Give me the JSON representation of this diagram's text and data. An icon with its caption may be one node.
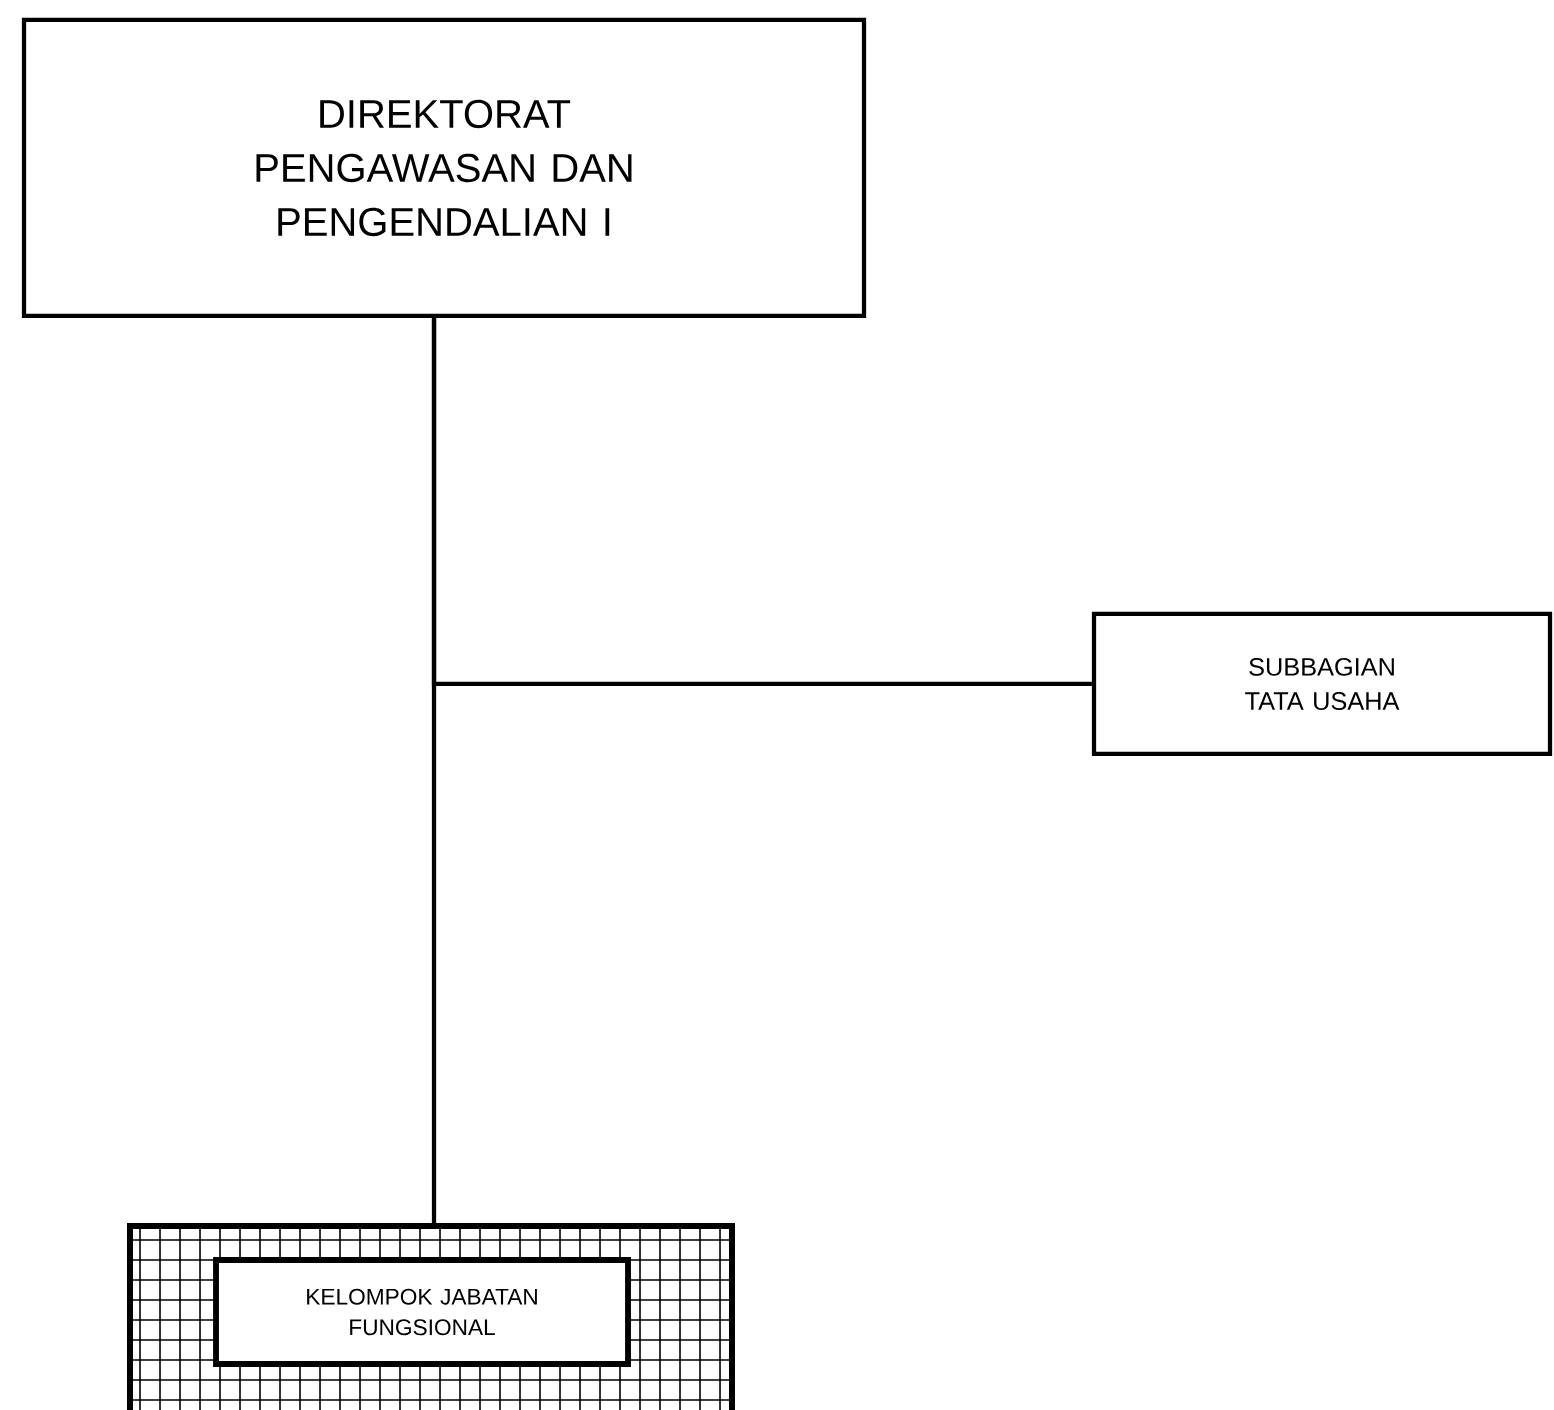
{
  "diagram": {
    "nodes": [
      {
        "text": [
          "DIREKTORAT PENGAWASAN DAN PENGENDALIAN  I"
        ]
      },
      {
        "text": [
          "SUBBAGIAN TATA USAHA"
        ]
      },
      {
        "text": [],
        "shape": "box"
      },
      {
        "text": [
          "KELOMPOK JABATAN FUNGSIONAL"
        ],
        "in": 2
      }
    ],
    "edges": [
      {
        "from": 0,
        "to": 1,
        "arrow": "none"
      },
      {
        "from": 0,
        "to": 2,
        "arrow": "none"
      }
    ]
  }
}
